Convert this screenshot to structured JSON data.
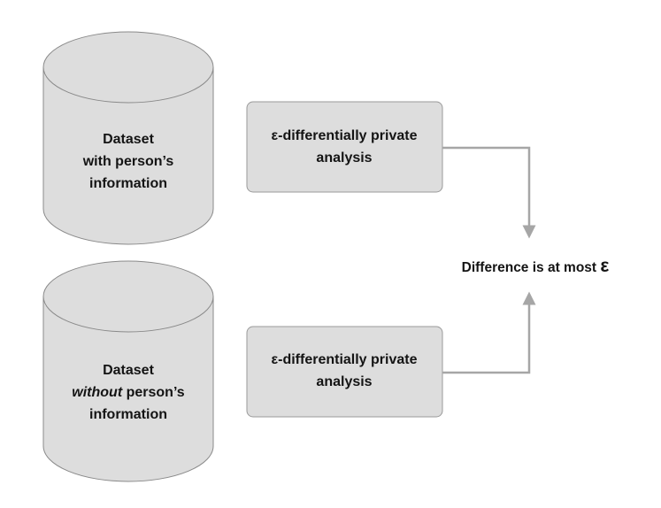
{
  "datasets": [
    {
      "line1": "Dataset",
      "line2_emphasis": "",
      "line2_rest": "with person’s",
      "line3": "information"
    },
    {
      "line1": "Dataset",
      "line2_emphasis": "without",
      "line2_rest": " person’s",
      "line3": "information"
    }
  ],
  "analyses": [
    {
      "line1": "ε-differentially private",
      "line2": "analysis"
    },
    {
      "line1": "ε-differentially private",
      "line2": "analysis"
    }
  ],
  "result": {
    "text": "Difference is at most ",
    "symbol": "ε"
  },
  "colors": {
    "cylinder_fill": "#dddddd",
    "cylinder_stroke": "#8a8a8a",
    "box_fill": "#dddddd",
    "box_stroke": "#9a9a9a",
    "arrow": "#a6a6a6",
    "text": "#141414"
  }
}
